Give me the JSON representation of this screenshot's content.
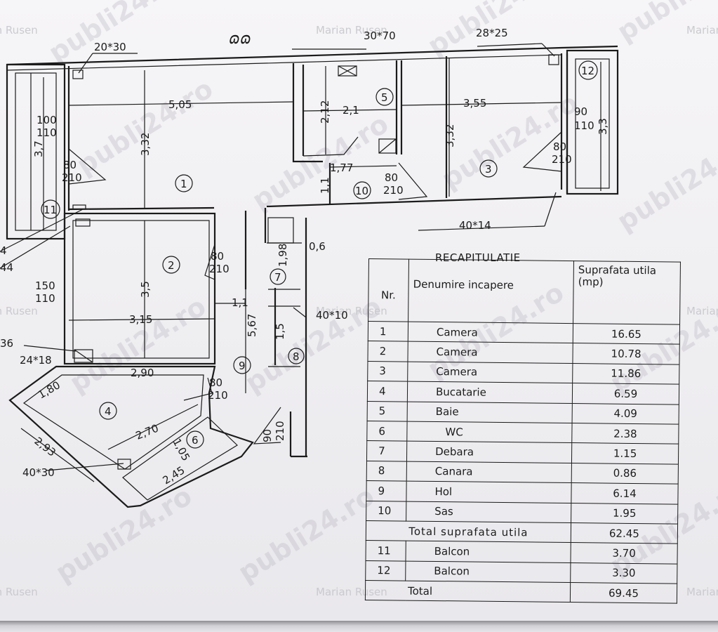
{
  "watermarks": {
    "site": "publi24.ro",
    "author": "Marian Rusen"
  },
  "plan": {
    "handwritten_mark": "ɷɷ",
    "room_numbers": [
      "1",
      "2",
      "3",
      "4",
      "5",
      "6",
      "7",
      "8",
      "9",
      "10",
      "11",
      "12"
    ],
    "dimensions": {
      "top_vent_left": "20*30",
      "top_vent_mid": "30*70",
      "top_vent_right": "28*25",
      "r1_width": "5,05",
      "r1_height": "3,32",
      "r5_width": "2,1",
      "r5_height": "2,12",
      "r3_width": "3,55",
      "r3_height": "3,32",
      "r12_height": "3,3",
      "r11_height": "3,7",
      "win_left_a": "100",
      "win_left_b": "110",
      "win_right_a": "90",
      "win_right_b": "110",
      "door_r1_a": "80",
      "door_r1_b": "210",
      "door_r3_a": "80",
      "door_r3_b": "210",
      "door_r10_a": "80",
      "door_r10_b": "210",
      "r10_width": "1,77",
      "r10_height": "1,1",
      "vent_r3": "40*14",
      "r2_height": "3,5",
      "r2_width": "3,15",
      "door_r2_a": "80",
      "door_r2_b": "210",
      "win_r2_a": "150",
      "win_r2_b": "110",
      "r9_dim_a": "0,6",
      "r9_dim_b": "1,98",
      "hall_dim": "1,1",
      "hall_len": "5,67",
      "r8_dim": "1,5",
      "vent_40x10": "40*10",
      "left_cut_a": "4",
      "left_cut_b": "44",
      "left_cut_c": "36",
      "vent_24x18": "24*18",
      "r4_top": "2,90",
      "r4_left": "1,80",
      "r4_mid": "2,70",
      "r4_side": "2,93",
      "door_r4_a": "80",
      "door_r4_b": "210",
      "r6_a": "1,05",
      "r6_b": "2,45",
      "door_r6_a": "90",
      "door_r6_b": "210",
      "vent_40x30": "40*30"
    }
  },
  "recap": {
    "title": "RECAPITULATIE",
    "headers": {
      "nr": "Nr.",
      "name": "Denumire incapere",
      "area": "Suprafata utila (mp)"
    },
    "rows": [
      {
        "nr": "1",
        "name": "Camera",
        "area": "16.65"
      },
      {
        "nr": "2",
        "name": "Camera",
        "area": "10.78"
      },
      {
        "nr": "3",
        "name": "Camera",
        "area": "11.86"
      },
      {
        "nr": "4",
        "name": "Bucatarie",
        "area": "6.59"
      },
      {
        "nr": "5",
        "name": "Baie",
        "area": "4.09"
      },
      {
        "nr": "6",
        "name": "WC",
        "area": "2.38"
      },
      {
        "nr": "7",
        "name": "Debara",
        "area": "1.15"
      },
      {
        "nr": "8",
        "name": "Canara",
        "area": "0.86"
      },
      {
        "nr": "9",
        "name": "Hol",
        "area": "6.14"
      },
      {
        "nr": "10",
        "name": "Sas",
        "area": "1.95"
      }
    ],
    "subtotal_label": "Total suprafata utila",
    "subtotal_value": "62.45",
    "balconies": [
      {
        "nr": "11",
        "name": "Balcon",
        "area": "3.70"
      },
      {
        "nr": "12",
        "name": "Balcon",
        "area": "3.30"
      }
    ],
    "total_label": "Total",
    "total_value": "69.45"
  }
}
